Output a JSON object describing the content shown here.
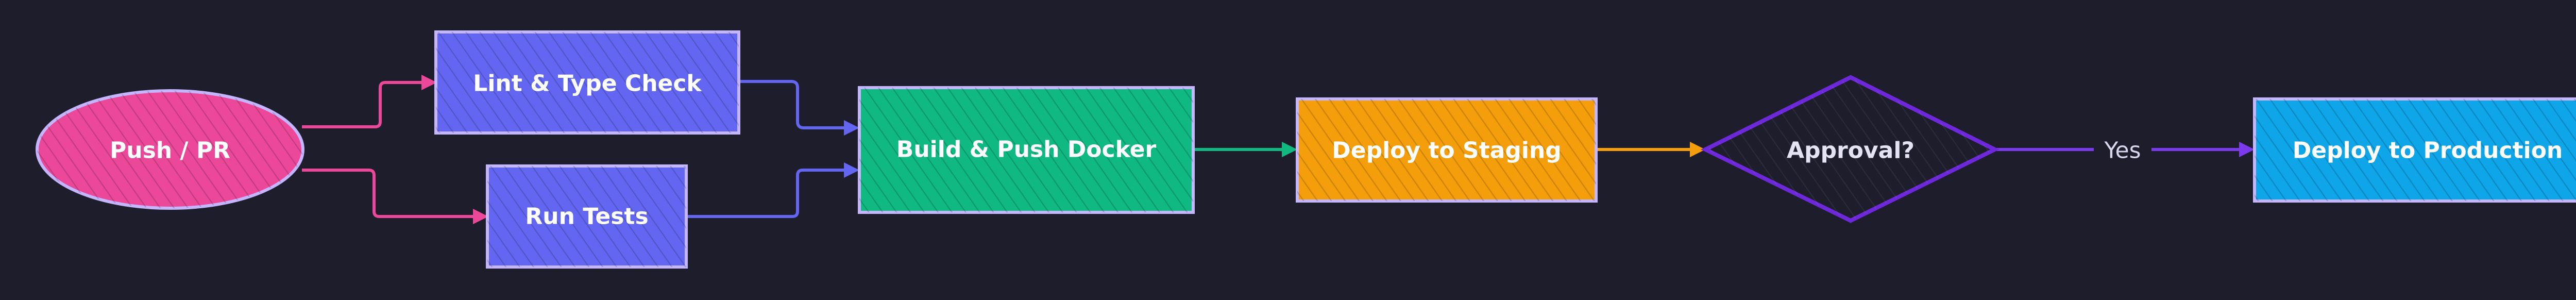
{
  "diagram": {
    "background": "#1e1d2c",
    "nodes": {
      "push": {
        "label": "Push / PR",
        "fill": "#ec4899",
        "stroke": "#c4b5fd"
      },
      "lint": {
        "label": "Lint & Type Check",
        "fill": "#6366f1",
        "stroke": "#c4b5fd"
      },
      "tests": {
        "label": "Run Tests",
        "fill": "#6366f1",
        "stroke": "#c4b5fd"
      },
      "build": {
        "label": "Build & Push Docker",
        "fill": "#10b981",
        "stroke": "#c4b5fd"
      },
      "staging": {
        "label": "Deploy to Staging",
        "fill": "#f59e0b",
        "stroke": "#c4b5fd"
      },
      "approval": {
        "label": "Approval?",
        "fill": "#1e1d2c",
        "stroke": "#6d28d9"
      },
      "production": {
        "label": "Deploy to Production",
        "fill": "#0ea5e9",
        "stroke": "#c4b5fd"
      }
    },
    "edges": {
      "push_lint": {
        "color": "#ec4899"
      },
      "push_tests": {
        "color": "#ec4899"
      },
      "lint_build": {
        "color": "#6366f1"
      },
      "tests_build": {
        "color": "#6366f1"
      },
      "build_staging": {
        "color": "#10b981"
      },
      "staging_approval": {
        "color": "#f59e0b"
      },
      "approval_production": {
        "color": "#7c3aed",
        "label": "Yes"
      }
    }
  }
}
